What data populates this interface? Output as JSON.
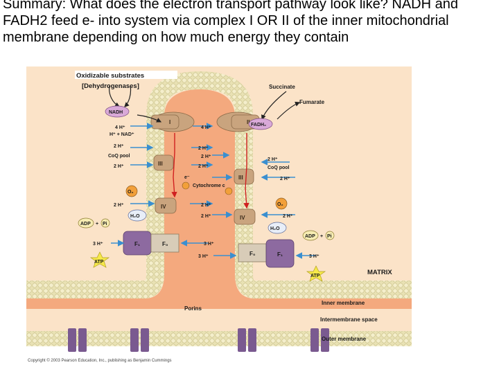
{
  "slide": {
    "title": "Summary: What does the electron transport pathway look like? NADH and FADH2 feed e- into system via complex I OR II of the inner mitochondrial membrane depending on how much energy they contain"
  },
  "diagram": {
    "labels": {
      "oxidizable_substrates": "Oxidizable substrates",
      "dehydrogenases": "[Dehydrogenases]",
      "succinate": "Succinate",
      "fumarate": "Fumarate",
      "nadh": "NADH",
      "fadh2": "FADH₂",
      "nad": "H⁺ + NAD⁺",
      "coq_pool_left": "CoQ pool",
      "coq_pool_right": "CoQ pool",
      "cytochrome_c": "Cytochrome c",
      "o2_left": "O₂",
      "o2_right": "O₂",
      "h2o_left": "H₂O",
      "h2o_right": "H₂O",
      "adp_left": "ADP",
      "pi_left": "Pi",
      "adp_right": "ADP",
      "pi_right": "Pi",
      "atp_left": "ATP",
      "atp_right": "ATP",
      "f1_left": "F₁",
      "fo_left": "F₀",
      "f1_right": "F₁",
      "fo_right": "F₀",
      "matrix": "MATRIX",
      "porins": "Porins",
      "inner_membrane": "Inner membrane",
      "intermembrane_space": "Intermembrane space",
      "outer_membrane": "Outer membrane",
      "copyright": "Copyright © 2003 Pearson Education, Inc., publishing as Benjamin Cummings"
    },
    "complexes": {
      "I_left": "I",
      "II_right": "II",
      "III_left": "III",
      "III_right": "III",
      "IV_left": "IV",
      "IV_right": "IV"
    },
    "protons": {
      "h4_left": "4 H⁺",
      "h4_mid": "4 H⁺",
      "h2_a": "2 H⁺",
      "h2_b": "2 H⁺",
      "h2_c": "2 H⁺",
      "h2_d": "2 H⁺",
      "h2_e": "2 H⁺",
      "h2_f": "2 H⁺",
      "h2_g": "2 H⁺",
      "h2_h": "2 H⁺",
      "h2_i": "2 H⁺",
      "h2_j": "2 H⁺",
      "h2_k": "2 H⁺",
      "h3_a": "3 H⁺",
      "h3_b": "3 H⁺",
      "h3_c": "3 H⁺",
      "h3_d": "3 H⁺"
    },
    "electron": "e⁻",
    "colors": {
      "matrix": "#f4a97e",
      "intermembrane": "#fbe3c8",
      "membrane_head": "#e9e2b4",
      "complex": "#c9a47e",
      "atp_synthase": "#8d6aa0",
      "arrow_blue": "#3a8fd0",
      "arrow_red": "#d02020",
      "atp_star": "#f6e84a",
      "o2_fill": "#f2a03a",
      "outer_protein": "#7a5a90"
    }
  }
}
